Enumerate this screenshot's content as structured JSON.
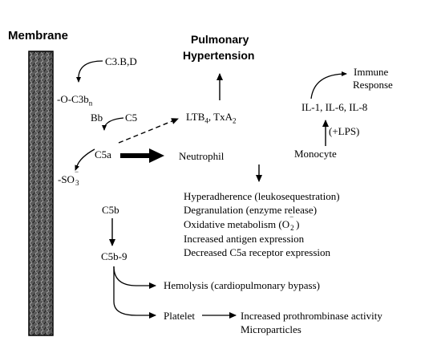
{
  "labels": {
    "membrane": "Membrane",
    "c3bd": "C3.B,D",
    "o_c3b": {
      "text": "-O-C3b",
      "sub": "n"
    },
    "bb": "Bb",
    "c5": "C5",
    "c5a": "C5a",
    "so3": {
      "text": "-SO",
      "sup": "−",
      "sub": "3"
    },
    "pulmonary": [
      "Pulmonary",
      "Hypertension"
    ],
    "ltb": {
      "a": "LTB",
      "a_sub": "4",
      "b": ", TxA",
      "b_sub": "2"
    },
    "neutrophil": "Neutrophil",
    "immune": [
      "Immune",
      "Response"
    ],
    "il": "IL-1, IL-6, IL-8",
    "lps": "(+LPS)",
    "monocyte": "Monocyte",
    "effects": {
      "hyperadherence": "Hyperadherence (leukosequestration)",
      "degranulation": "Degranulation (enzyme release)",
      "oxidative": {
        "pre": "Oxidative metabolism (O",
        "sub": "2",
        "sup": "−",
        "post": ")"
      },
      "antigen": "Increased antigen expression",
      "receptor": "Decreased C5a receptor expression"
    },
    "c5b": "C5b",
    "c5b9": "C5b-9",
    "hemolysis": "Hemolysis (cardiopulmonary bypass)",
    "platelet": "Platelet",
    "prothrombinase": "Increased prothrombinase activity",
    "microparticles": "Microparticles"
  }
}
